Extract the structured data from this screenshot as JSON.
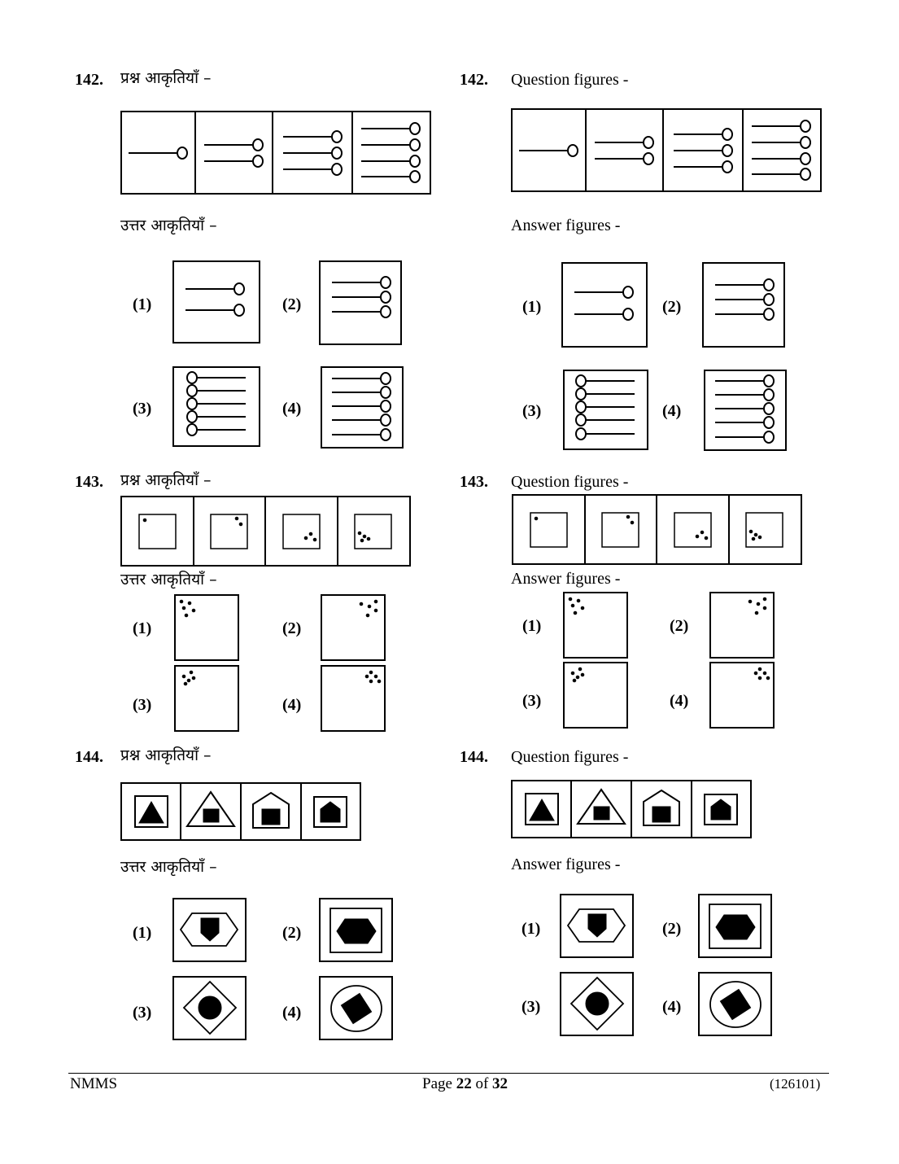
{
  "questions": [
    {
      "number": "142.",
      "hindi_question_label": "प्रश्न आकृतियाँ –",
      "hindi_answer_label": "उत्तर आकृतियाँ –",
      "english_question_label": "Question figures -",
      "english_answer_label": "Answer figures -",
      "options": [
        "(1)",
        "(2)",
        "(3)",
        "(4)"
      ]
    },
    {
      "number": "143.",
      "hindi_question_label": "प्रश्न आकृतियाँ –",
      "hindi_answer_label": "उत्तर आकृतियाँ –",
      "english_question_label": "Question figures -",
      "english_answer_label": "Answer figures -",
      "options": [
        "(1)",
        "(2)",
        "(3)",
        "(4)"
      ]
    },
    {
      "number": "144.",
      "hindi_question_label": "प्रश्न आकृतियाँ –",
      "hindi_answer_label": "उत्तर आकृतियाँ –",
      "english_question_label": "Question figures -",
      "english_answer_label": "Answer figures -",
      "options": [
        "(1)",
        "(2)",
        "(3)",
        "(4)"
      ]
    }
  ],
  "footer": {
    "left": "NMMS",
    "page_prefix": "Page ",
    "page_current": "22",
    "page_of": " of ",
    "page_total": "32",
    "right": "(126101)"
  }
}
